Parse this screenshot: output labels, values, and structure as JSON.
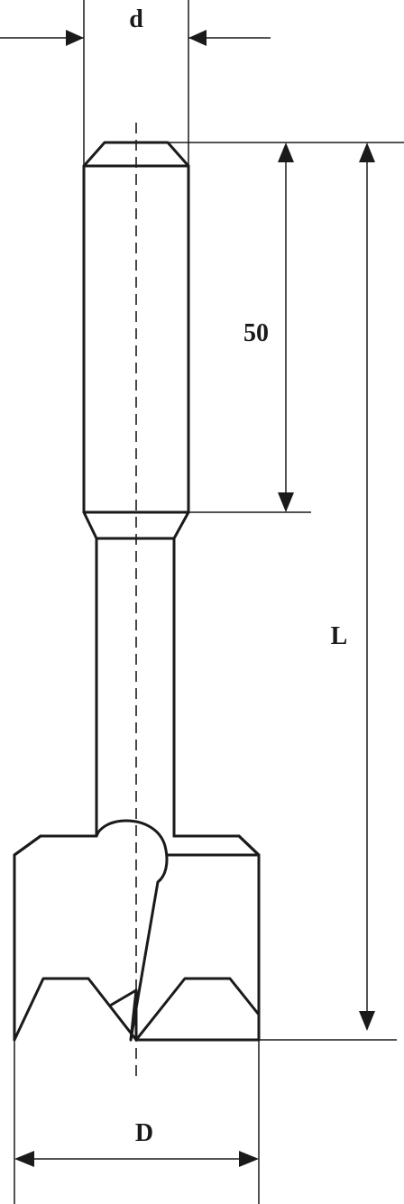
{
  "dimensions": {
    "shank_diameter": "d",
    "shank_length": "50",
    "total_length": "L",
    "cutter_diameter": "D"
  },
  "colors": {
    "line": "#1a1a1a",
    "background": "#ffffff"
  }
}
